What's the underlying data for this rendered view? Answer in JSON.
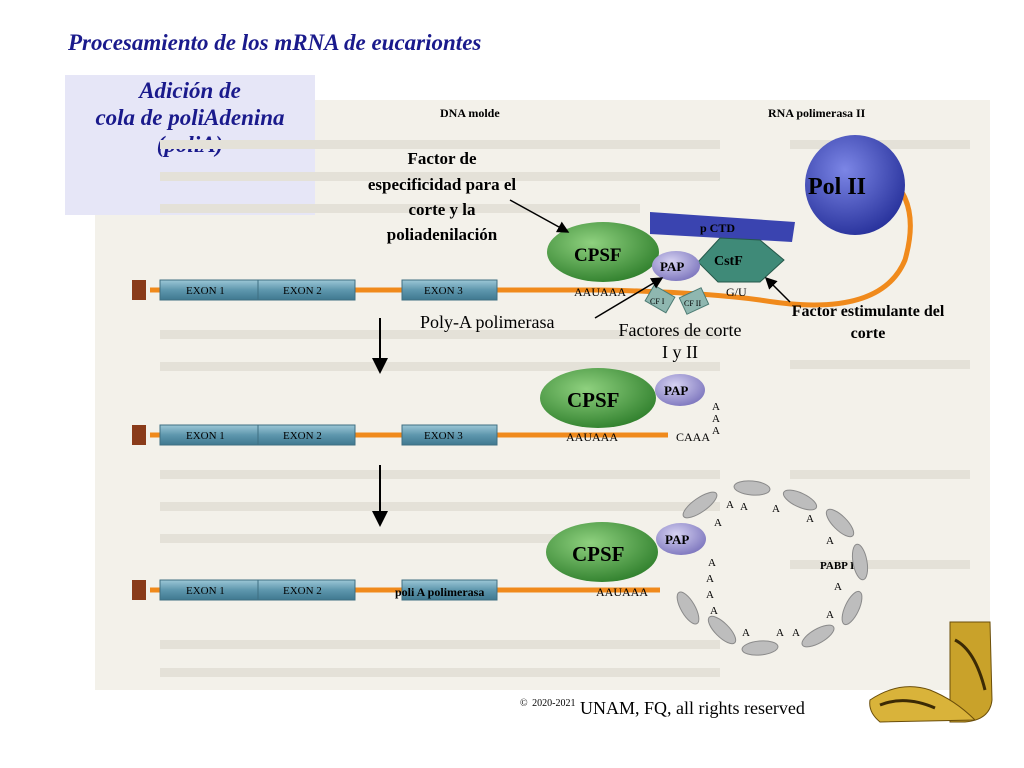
{
  "slide": {
    "title": "Procesamiento de los mRNA de eucariontes",
    "subtitle": "Adición de\ncola de poliAdenina\n(poliA)",
    "footer_symbol": "©",
    "footer_years": "2020-2021",
    "footer_text": "UNAM, FQ, all rights reserved"
  },
  "figure": {
    "dna_label": "DNA molde",
    "rna_pol_label": "RNA polimerasa II",
    "pol2": "Pol II",
    "pctd": "p CTD",
    "cpsf": "CPSF",
    "pap": "PAP",
    "cstf": "CstF",
    "cf1": "CF I",
    "cf2": "CF II",
    "gu": "G/U",
    "aauaaa": "AAUAAA",
    "caaa": "CAAA",
    "exon1": "EXON 1",
    "exon2": "EXON 2",
    "exon3": "EXON 3",
    "pabp": "PABP II",
    "poli_a_pol_inline": "poli A polimerasa",
    "a_letter": "A"
  },
  "annotations": {
    "factor_esp_1": "Factor de",
    "factor_esp_2": "especificidad para el",
    "factor_esp_3": "corte y la",
    "factor_esp_4": "poliadenilación",
    "polya_pol": "Poly-A polimerasa",
    "factores_corte_1": "Factores de corte",
    "factores_corte_2": "I y II",
    "factor_estim_1": "Factor estimulante del",
    "factor_estim_2": "corte"
  },
  "colors": {
    "title": "#1a1a8c",
    "cpsf_green": "#3f9a3a",
    "pap_purple": "#9b95cf",
    "pol_blue": "#3a44b0",
    "rna_orange": "#f08a1c",
    "exon_blue": "#6aa2b8",
    "cstf_teal": "#3f8a78"
  }
}
